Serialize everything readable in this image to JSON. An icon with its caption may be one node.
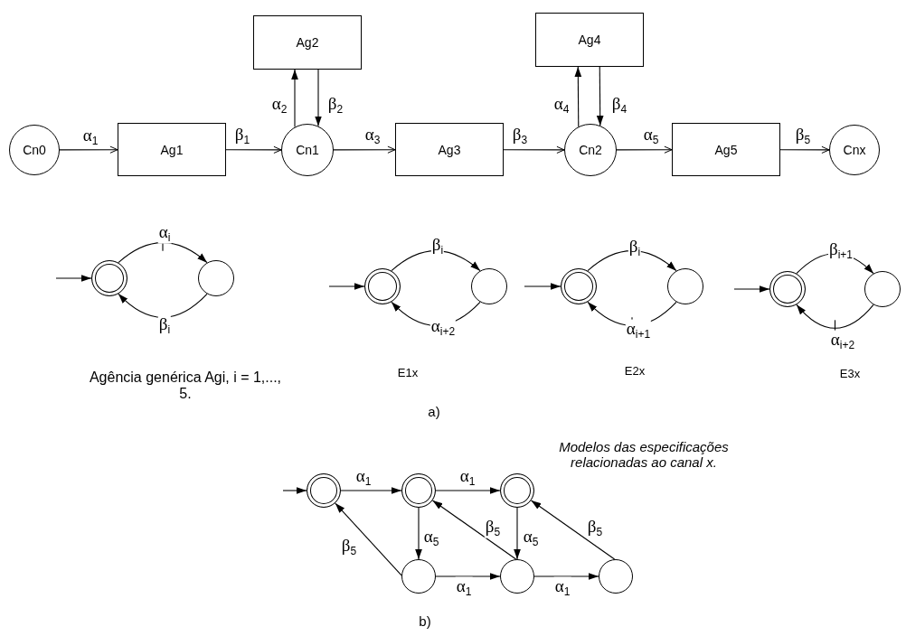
{
  "diagram": {
    "nodes": [
      {
        "text": [
          "Cn0"
        ]
      },
      {
        "text": [
          "Ag1"
        ]
      },
      {
        "text": [
          "Ag2"
        ]
      },
      {
        "text": [
          "Cn1"
        ]
      },
      {
        "text": [
          "Ag3"
        ]
      },
      {
        "text": [
          "Ag4"
        ]
      },
      {
        "text": [
          "Cn2"
        ]
      },
      {
        "text": [
          "Ag5"
        ]
      },
      {
        "text": [
          "Cnx"
        ]
      },
      {
        "text": [],
        "shape": "circle"
      },
      {
        "text": [],
        "shape": "circle"
      },
      {
        "text": [],
        "shape": "circle"
      },
      {
        "text": [],
        "shape": "circle"
      },
      {
        "text": [],
        "shape": "circle"
      },
      {
        "text": [],
        "shape": "circle"
      },
      {
        "text": [],
        "shape": "circle"
      },
      {
        "text": [],
        "shape": "circle"
      },
      {
        "text": [],
        "shape": "circle"
      },
      {
        "text": [],
        "shape": "circle"
      },
      {
        "text": [],
        "shape": "circle"
      },
      {
        "text": [],
        "shape": "circle"
      },
      {
        "text": [],
        "shape": "circle"
      },
      {
        "text": [],
        "shape": "circle"
      }
    ],
    "edges": [
      {
        "from": 0,
        "to": 1,
        "arrow": "to",
        "label": "α$_{1}$"
      },
      {
        "from": 1,
        "to": 3,
        "arrow": "to",
        "label": "β$_{1}$"
      },
      {
        "from": 3,
        "to": 2,
        "arrow": "to",
        "label": "α$_{2}$"
      },
      {
        "from": 2,
        "to": 3,
        "arrow": "to",
        "label": "β$_{2}$"
      },
      {
        "from": 3,
        "to": 4,
        "arrow": "to",
        "label": "α$_{3}$"
      },
      {
        "from": 4,
        "to": 6,
        "arrow": "to",
        "label": "β$_{3}$"
      },
      {
        "from": 6,
        "to": 5,
        "arrow": "to",
        "label": "α$_{4}$"
      },
      {
        "from": 5,
        "to": 6,
        "arrow": "to",
        "label": "β$_{4}$"
      },
      {
        "from": 6,
        "to": 7,
        "arrow": "to",
        "label": "α$_{5}$"
      },
      {
        "from": 7,
        "to": 8,
        "arrow": "to",
        "label": "β$_{5}$"
      },
      {
        "from": null,
        "to": 9,
        "arrow": "to"
      },
      {
        "from": 9,
        "to": 10,
        "arrow": "to",
        "label": "α$_{i}$"
      },
      {
        "from": 10,
        "to": 9,
        "arrow": "to",
        "label": "β$_{i}$"
      },
      {
        "from": null,
        "to": 11,
        "arrow": "to"
      },
      {
        "from": 11,
        "to": 12,
        "arrow": "to",
        "label": "β$_{i}$"
      },
      {
        "from": 12,
        "to": 11,
        "arrow": "to",
        "label": "α$_{i+2}$"
      },
      {
        "from": null,
        "to": 13,
        "arrow": "to"
      },
      {
        "from": 13,
        "to": 14,
        "arrow": "to",
        "label": "β$_{i}$"
      },
      {
        "from": 14,
        "to": 13,
        "arrow": "to",
        "label": "α$_{i+1}$"
      },
      {
        "from": null,
        "to": 15,
        "arrow": "to"
      },
      {
        "from": 15,
        "to": 16,
        "arrow": "to",
        "label": "β$_{i+1}$"
      },
      {
        "from": 16,
        "to": 15,
        "arrow": "to",
        "label": "α$_{i+2}$"
      },
      {
        "from": null,
        "to": 17,
        "arrow": "to"
      },
      {
        "from": 17,
        "to": 18,
        "arrow": "to",
        "label": "α$_{1}$"
      },
      {
        "from": 18,
        "to": 19,
        "arrow": "to",
        "label": "α$_{1}$"
      },
      {
        "from": 18,
        "to": 20,
        "arrow": "to",
        "label": "α$_{5}$"
      },
      {
        "from": 19,
        "to": 21,
        "arrow": "to",
        "label": "α$_{5}$"
      },
      {
        "from": 20,
        "to": 17,
        "arrow": "to",
        "label": "β$_{5}$"
      },
      {
        "from": 21,
        "to": 18,
        "arrow": "to",
        "label": "β$_{5}$"
      },
      {
        "from": 22,
        "to": 19,
        "arrow": "to",
        "label": "β$_{5}$"
      },
      {
        "from": 20,
        "to": 21,
        "arrow": "to",
        "label": "α$_{1}$"
      },
      {
        "from": 21,
        "to": 22,
        "arrow": "to",
        "label": "α$_{1}$"
      }
    ],
    "labels": [
      "Agência genérica Agi, i = 1,..., 5.",
      "E1x",
      "E2x",
      "E3x",
      "a)",
      "Modelos das especificações relacionadas ao canal x.",
      "b)"
    ]
  }
}
